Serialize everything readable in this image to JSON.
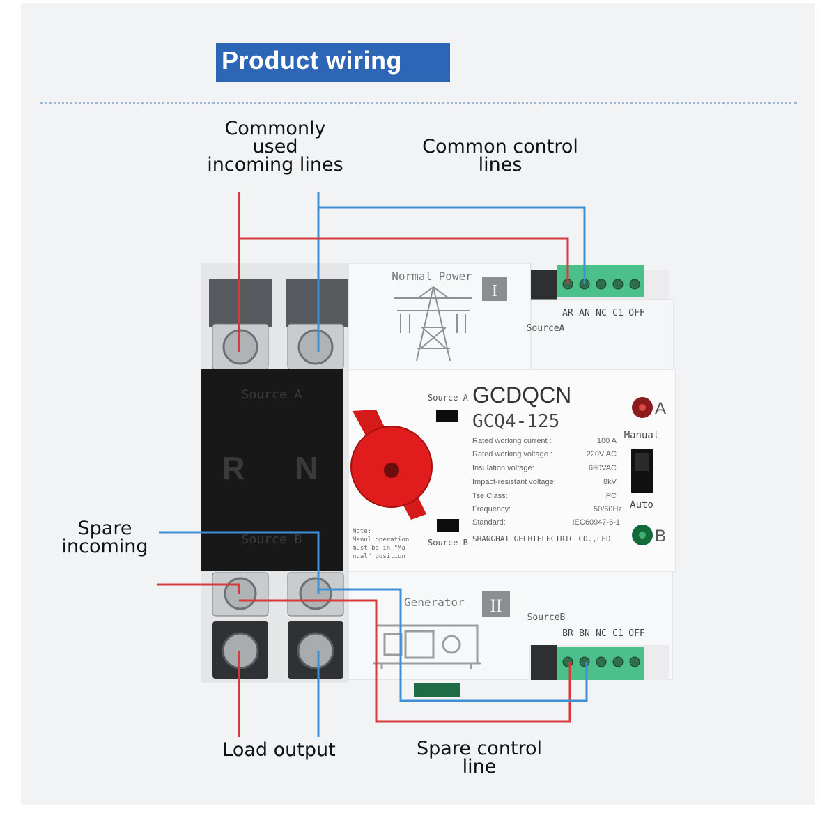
{
  "header": {
    "title": "Product wiring"
  },
  "labels": {
    "incoming_line1": "Commonly used",
    "incoming_line2": "incoming lines",
    "control": "Common control lines",
    "spare_incoming_line1": "Spare",
    "spare_incoming_line2": "incoming",
    "load_output": "Load output",
    "spare_control": "Spare control line"
  },
  "device": {
    "brand": "GCDQCN",
    "model": "GCQ4-125",
    "breaker_source_a": "Source A",
    "breaker_source_b": "Source B",
    "breaker_r": "R",
    "breaker_n": "N",
    "normal_power": "Normal Power",
    "roman_1": "I",
    "roman_2": "II",
    "generator": "Generator",
    "source_a": "SourceA",
    "source_b": "SourceB",
    "switch_source_a": "Source A",
    "switch_source_b": "Source B",
    "manual": "Manual",
    "auto": "Auto",
    "indicator_a": "A",
    "indicator_b": "B",
    "note_lines": [
      "Note:",
      "Manul operation",
      "must be in \"Ma",
      "nual\" position"
    ],
    "terminals_a": [
      "AR",
      "AN",
      "NC",
      "C1",
      "OFF"
    ],
    "terminals_b": [
      "BR",
      "BN",
      "NC",
      "C1",
      "OFF"
    ],
    "specs": [
      {
        "label": "Rated working current :",
        "value": "100 A"
      },
      {
        "label": "Rated working voltage :",
        "value": "220V AC"
      },
      {
        "label": "Insulation voltage:",
        "value": "690VAC"
      },
      {
        "label": "Impact-resistant voltage:",
        "value": "8kV"
      },
      {
        "label": "Tse Class:",
        "value": "PC"
      },
      {
        "label": "Frequency:",
        "value": "50/60Hz"
      },
      {
        "label": "Standard:",
        "value": "IEC60947-6-1"
      }
    ],
    "maker": "SHANGHAI GECHIELECTRIC CO.,LED"
  },
  "colors": {
    "title_bg": "#2d66b7",
    "live_wire": "#d83a3a",
    "neutral_wire": "#3d8fd6",
    "breaker_body": "#181818",
    "knob": "#e11d1d",
    "terminal_block": "#4cc08a",
    "led_a": "#8c1c1c",
    "led_b": "#136b3a"
  }
}
